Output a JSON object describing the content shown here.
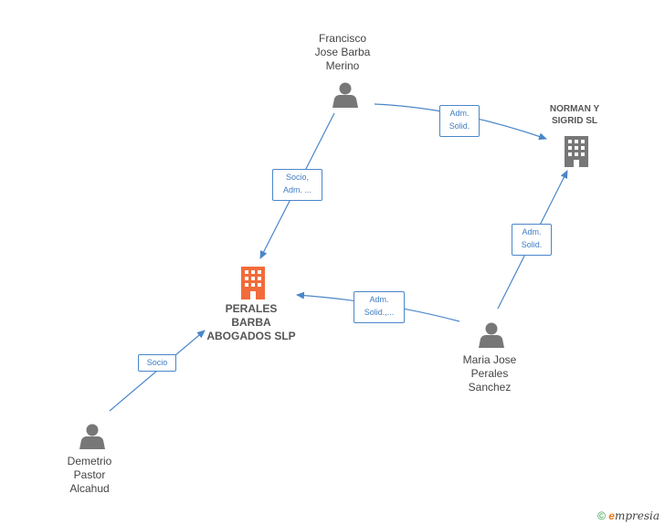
{
  "nodes": {
    "francisco": {
      "lines": [
        "Francisco",
        "Jose Barba",
        "Merino"
      ],
      "type": "person"
    },
    "norman": {
      "lines": [
        "NORMAN Y",
        "SIGRID  SL"
      ],
      "type": "company"
    },
    "perales": {
      "lines": [
        "PERALES",
        "BARBA",
        "ABOGADOS SLP"
      ],
      "type": "company-main"
    },
    "maria": {
      "lines": [
        "Maria Jose",
        "Perales",
        "Sanchez"
      ],
      "type": "person"
    },
    "demetrio": {
      "lines": [
        "Demetrio",
        "Pastor",
        "Alcahud"
      ],
      "type": "person"
    }
  },
  "edges": [
    {
      "from": "Francisco Jose Barba Merino",
      "to": "PERALES BARBA ABOGADOS SLP",
      "label": [
        "Socio,",
        "Adm. ..."
      ]
    },
    {
      "from": "Francisco Jose Barba Merino",
      "to": "NORMAN Y SIGRID SL",
      "label": [
        "Adm.",
        "Solid."
      ]
    },
    {
      "from": "Maria Jose Perales Sanchez",
      "to": "NORMAN Y SIGRID SL",
      "label": [
        "Adm.",
        "Solid."
      ]
    },
    {
      "from": "Maria Jose Perales Sanchez",
      "to": "PERALES BARBA ABOGADOS SLP",
      "label": [
        "Adm.",
        "Solid.,..."
      ]
    },
    {
      "from": "Demetrio Pastor Alcahud",
      "to": "PERALES BARBA ABOGADOS SLP",
      "label": [
        "Socio"
      ]
    }
  ],
  "colors": {
    "edge": "#4a86c8",
    "person_icon": "#777777",
    "company_icon": "#777777",
    "main_company_icon": "#f26b3a"
  },
  "footer": {
    "copyright": "©",
    "brand_e": "e",
    "brand_rest": "mpresia"
  }
}
